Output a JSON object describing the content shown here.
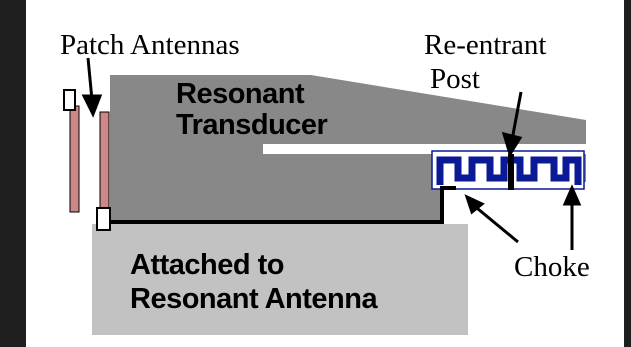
{
  "labels": {
    "patch_antennas": "Patch Antennas",
    "reentrant_line1": "Re-entrant",
    "reentrant_line2": "Post",
    "transducer_line1": "Resonant",
    "transducer_line2": "Transducer",
    "antenna_line1": "Attached to",
    "antenna_line2": "Resonant Antenna",
    "choke": "Choke"
  },
  "colors": {
    "frame": "#1e1e1e",
    "background": "#ffffff",
    "transducer_fill": "#888888",
    "antenna_fill": "#c2c2c2",
    "patch_fill": "#cc8888",
    "choke_fill": "#0a1a96",
    "outline": "#000000"
  }
}
